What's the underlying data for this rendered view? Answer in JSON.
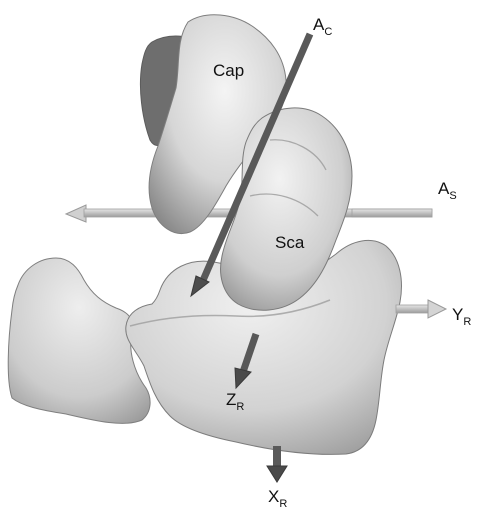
{
  "figure": {
    "bone_labels": {
      "capitate": "Cap",
      "scaphoid": "Sca"
    },
    "axis_labels": {
      "capitate_axis": {
        "main": "A",
        "sub": "C"
      },
      "scaphoid_axis": {
        "main": "A",
        "sub": "S"
      },
      "radius_x": {
        "main": "X",
        "sub": "R"
      },
      "radius_y": {
        "main": "Y",
        "sub": "R"
      },
      "radius_z": {
        "main": "Z",
        "sub": "R"
      }
    },
    "colors": {
      "bone": "#d9d9d9",
      "bone_shadow": "#8f8f8f",
      "dark_axis": "#5b5b5b",
      "light_axis": "#c8c8c8"
    }
  }
}
